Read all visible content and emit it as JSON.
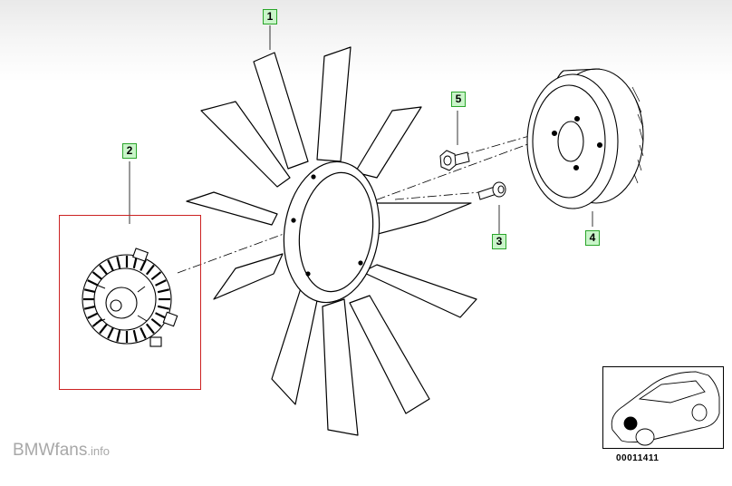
{
  "callouts": [
    {
      "id": "1",
      "label": "1"
    },
    {
      "id": "2",
      "label": "2"
    },
    {
      "id": "3",
      "label": "3"
    },
    {
      "id": "4",
      "label": "4"
    },
    {
      "id": "5",
      "label": "5"
    }
  ],
  "reference": {
    "number": "00011411"
  },
  "watermark": {
    "main": "BMWfans",
    "suffix": ".info"
  },
  "colors": {
    "callout_fill": "#c9f5c9",
    "callout_border": "#2aa52a",
    "highlight": "#cc2222",
    "watermark": "#a8a8a8"
  }
}
